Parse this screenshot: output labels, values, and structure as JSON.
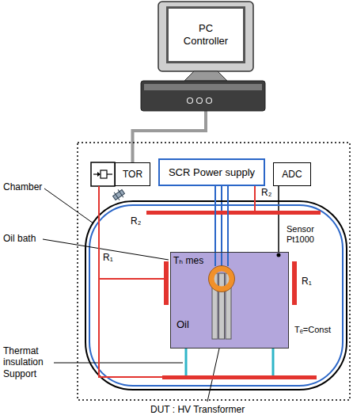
{
  "diagram": {
    "nodes": [
      {
        "text": [
          "PC Controller"
        ]
      },
      {
        "text": [
          "TOR"
        ]
      },
      {
        "text": [
          "SCR Power supply"
        ]
      },
      {
        "text": [
          "ADC"
        ]
      },
      {
        "text": [
          "Tₕ mes",
          "Oil"
        ]
      }
    ],
    "edges": [
      {
        "from": 0,
        "to": 1,
        "arrow": "none"
      },
      {
        "from": 2,
        "to": 4,
        "arrow": "none"
      },
      {
        "from": 3,
        "to": 4,
        "arrow": "none"
      }
    ],
    "labels": [
      "Chamber",
      "Oil bath",
      "Thermat insulation Support",
      "R₂",
      "R₂",
      "R₁",
      "R₁",
      "Sensor Pt1000",
      "Tₑ=Const",
      "DUT : HV Transformer"
    ]
  }
}
